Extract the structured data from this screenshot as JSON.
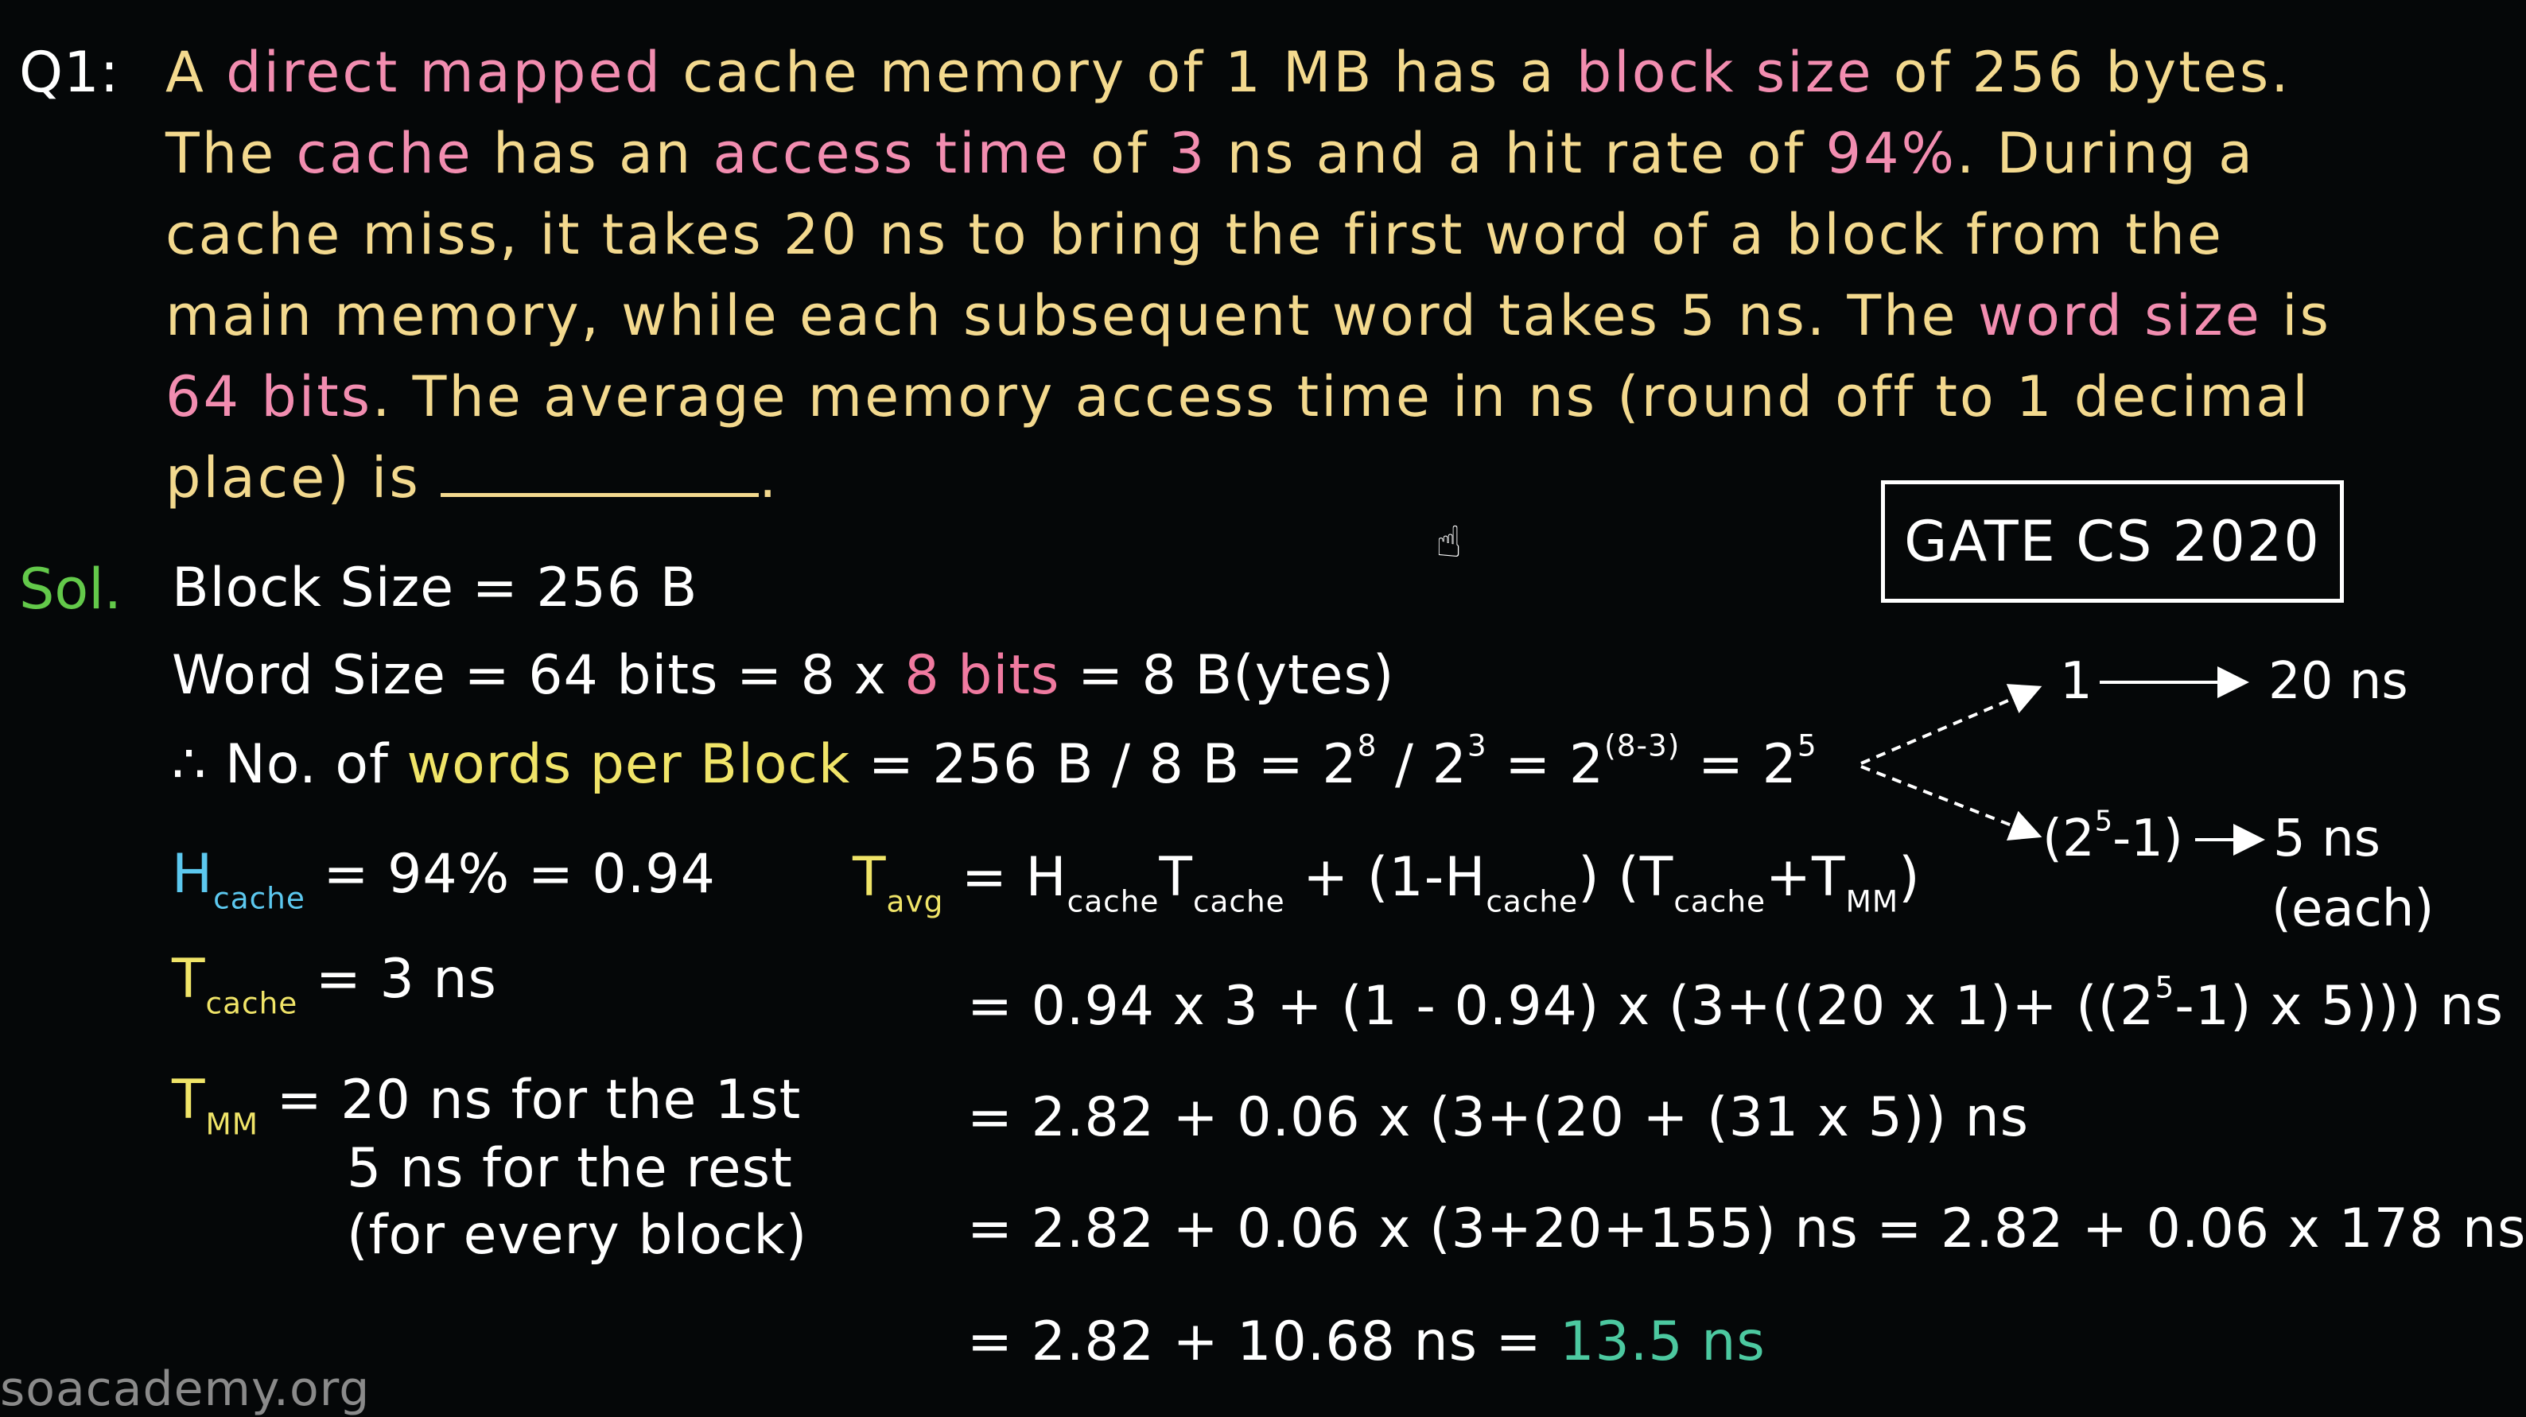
{
  "question": {
    "label": "Q1:",
    "line1": [
      "A ",
      "direct mapped",
      " cache memory of 1 MB has a ",
      "block size",
      " of 256 bytes."
    ],
    "line2": [
      "The ",
      "cache",
      " has an ",
      "access time",
      " of ",
      "3",
      " ns and a hit rate of ",
      "94%",
      ". During a"
    ],
    "line3": "cache miss, it takes 20 ns to bring the first word of a block from the",
    "line4": [
      "main memory, while each subsequent word takes 5 ns. The ",
      "word size",
      " is"
    ],
    "line5": [
      "64 bits",
      ". The average memory access time in ns (round off to 1 decimal"
    ],
    "line6": [
      "place) is ",
      "."
    ]
  },
  "badge": "GATE CS 2020",
  "solution": {
    "label": "Sol.",
    "block_size": "Block Size =  256 B",
    "word_size": [
      "Word Size =  64 bits = 8 x ",
      "8 bits",
      " = 8 B(ytes)"
    ],
    "words_per_block": {
      "prefix": "∴ No. of ",
      "highlight": "words per Block",
      "mid": " = 256 B / 8 B = 2",
      "e1": "8",
      "slash": " / 2",
      "e2": "3",
      "eq": " = 2",
      "e3": "(8-3)",
      "eq2": " = 2",
      "e4": "5"
    },
    "branch_top": {
      "left": "1",
      "right": "20 ns"
    },
    "branch_bottom": {
      "left_base": "(2",
      "left_exp": "5",
      "left_end": "-1)",
      "right": "5 ns",
      "note": "(each)"
    },
    "h_cache": {
      "sym": "H",
      "sub": "cache",
      "val": " = 94% = 0.94"
    },
    "t_cache": {
      "sym": "T",
      "sub": "cache",
      "val": " = 3 ns"
    },
    "t_mm": {
      "sym": "T",
      "sub": "MM",
      "val": " = 20 ns for the 1st",
      "line2": "5 ns for the rest",
      "line3": "(for every block)"
    },
    "t_avg": {
      "sym": "T",
      "sub": "avg",
      "f1": " = H",
      "s1": "cache",
      "f2": "T",
      "s2": "cache",
      "f3": " + (1-H",
      "s3": "cache",
      "f4": ") (T",
      "s4": "cache",
      "f5": "+T",
      "s5": "MM",
      "f6": ")"
    },
    "step1": {
      "a": "= 0.94 x 3 + (1 - 0.94) x (3+((20 x 1)+ ((2",
      "exp": "5",
      "b": "-1) x 5))) ns"
    },
    "step2": "= 2.82 + 0.06 x (3+(20 + (31 x 5)) ns",
    "step3": "= 2.82 + 0.06 x (3+20+155) ns  = 2.82 + 0.06 x 178 ns",
    "step4": {
      "a": "= 2.82 + 10.68 ns  = ",
      "result": "13.5 ns"
    }
  },
  "watermark": "soacademy.org",
  "colors": {
    "background": "#050708",
    "question_text": "#f3d98e",
    "highlight_pink": "#f28db0",
    "highlight_yellow": "#f0e468",
    "highlight_blue": "#5cc8ef",
    "result_green": "#4cc9a0",
    "sol_green": "#63c94a"
  }
}
